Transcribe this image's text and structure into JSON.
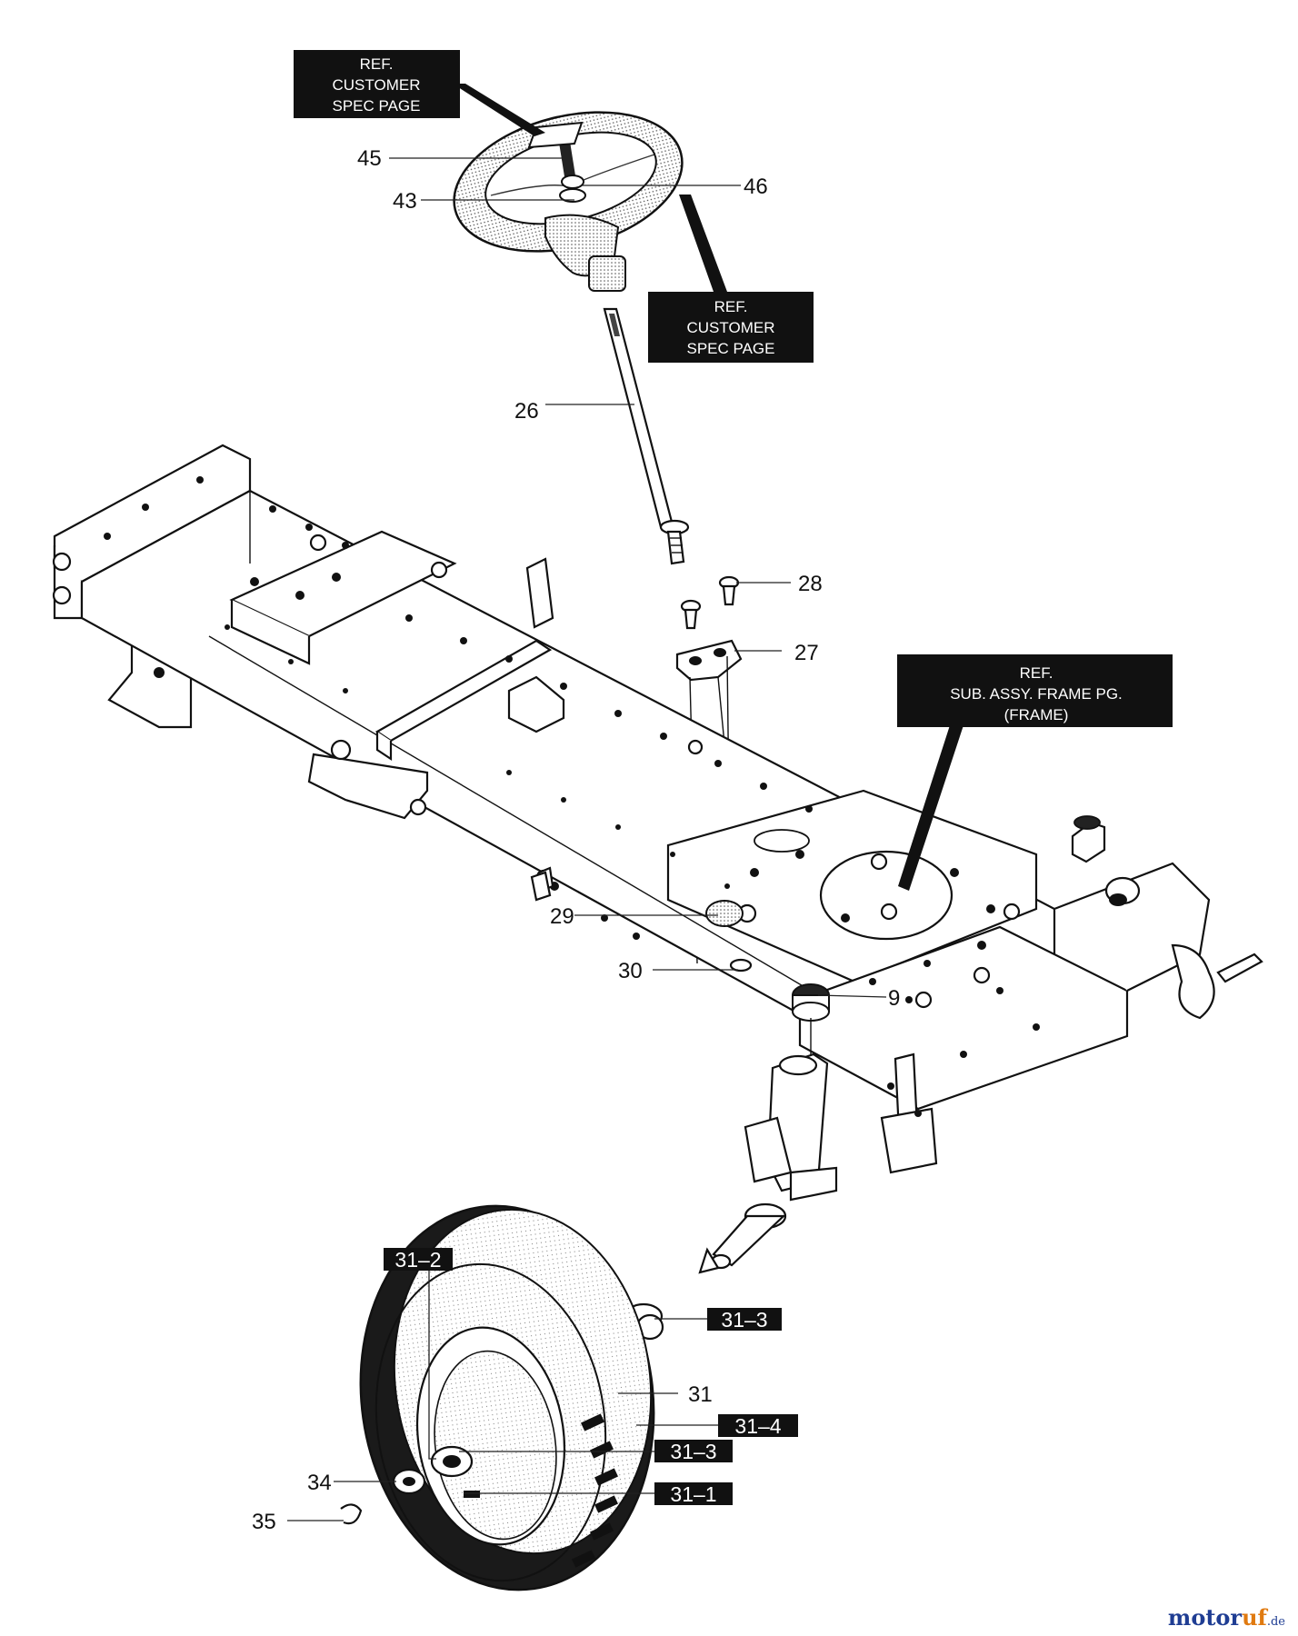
{
  "ref_boxes": [
    {
      "id": "ref-steering-wheel",
      "lines": [
        "REF.",
        "CUSTOMER",
        "SPEC PAGE"
      ]
    },
    {
      "id": "ref-steering-column",
      "lines": [
        "REF.",
        "CUSTOMER",
        "SPEC PAGE"
      ]
    },
    {
      "id": "ref-frame",
      "lines": [
        "REF.",
        "SUB. ASSY. FRAME PG.",
        "(FRAME)"
      ]
    }
  ],
  "callouts": {
    "p45": "45",
    "p46": "46",
    "p43": "43",
    "p26": "26",
    "p28": "28",
    "p27": "27",
    "p29": "29",
    "p30": "30",
    "p9": "9",
    "p31": "31",
    "p34": "34",
    "p35": "35"
  },
  "wheel_tags": {
    "t31_2": "31–2",
    "t31_3a": "31–3",
    "t31_4": "31–4",
    "t31_3b": "31–3",
    "t31_1": "31–1"
  },
  "watermark": {
    "main": "motor",
    "accent": "uf",
    "suffix": ".de"
  }
}
